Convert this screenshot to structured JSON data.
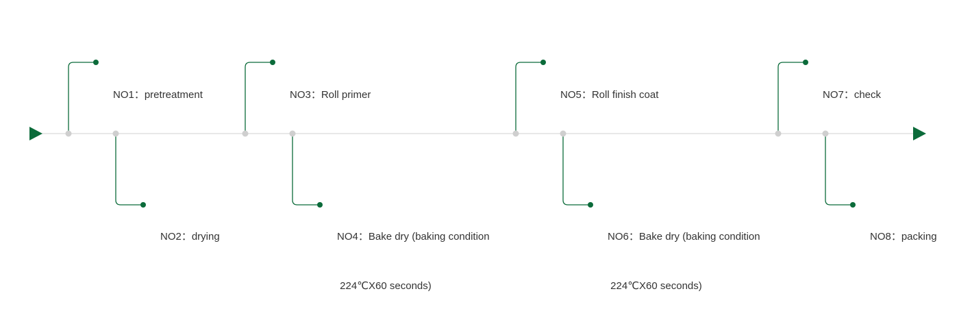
{
  "colors": {
    "accent": "#0b6b3a",
    "axis": "#d9d9d9",
    "node": "#cfcfcf",
    "text": "#333333"
  },
  "steps": [
    {
      "line1": "NO1：pretreatment",
      "line2": ""
    },
    {
      "line1": "NO2：drying",
      "line2": ""
    },
    {
      "line1": "NO3：Roll primer",
      "line2": ""
    },
    {
      "line1": "NO4：Bake dry (baking condition",
      "line2": " 224℃X60 seconds)"
    },
    {
      "line1": "NO5：Roll finish coat",
      "line2": ""
    },
    {
      "line1": "NO6：Bake dry (baking condition",
      "line2": " 224℃X60 seconds)"
    },
    {
      "line1": "NO7：check",
      "line2": ""
    },
    {
      "line1": "NO8：packing",
      "line2": ""
    }
  ]
}
